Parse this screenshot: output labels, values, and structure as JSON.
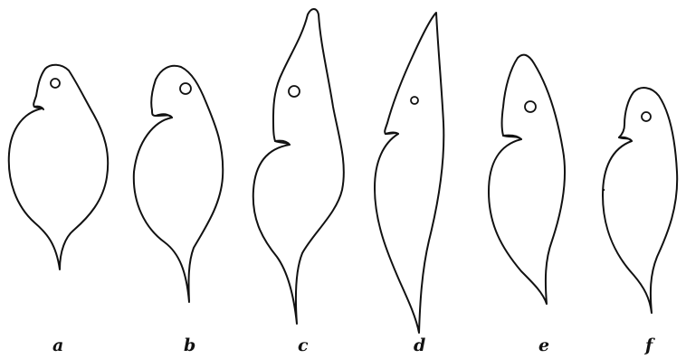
{
  "figure": {
    "stroke_color": "#111111",
    "background_color": "#ffffff",
    "labels": {
      "a": "a",
      "b": "b",
      "c": "c",
      "d": "d",
      "e": "e",
      "f": "f"
    }
  }
}
